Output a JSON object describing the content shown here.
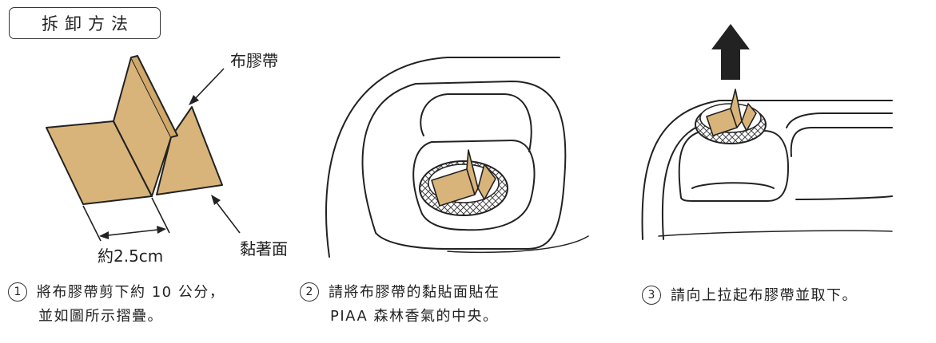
{
  "title": "拆卸方法",
  "labels": {
    "tape": "布膠帶",
    "adhesive": "黏著面",
    "measure": "約2.5cm"
  },
  "steps": [
    {
      "number": "1",
      "line1": "將布膠帶剪下約 10 公分，",
      "line2": "並如圖所示摺疊。"
    },
    {
      "number": "2",
      "line1": "請將布膠帶的黏貼面貼在",
      "line2": "PIAA 森林香氣的中央。"
    },
    {
      "number": "3",
      "line1": "請向上拉起布膠帶並取下。",
      "line2": ""
    }
  ],
  "colors": {
    "tape": "#d9b47a",
    "line": "#222222"
  }
}
